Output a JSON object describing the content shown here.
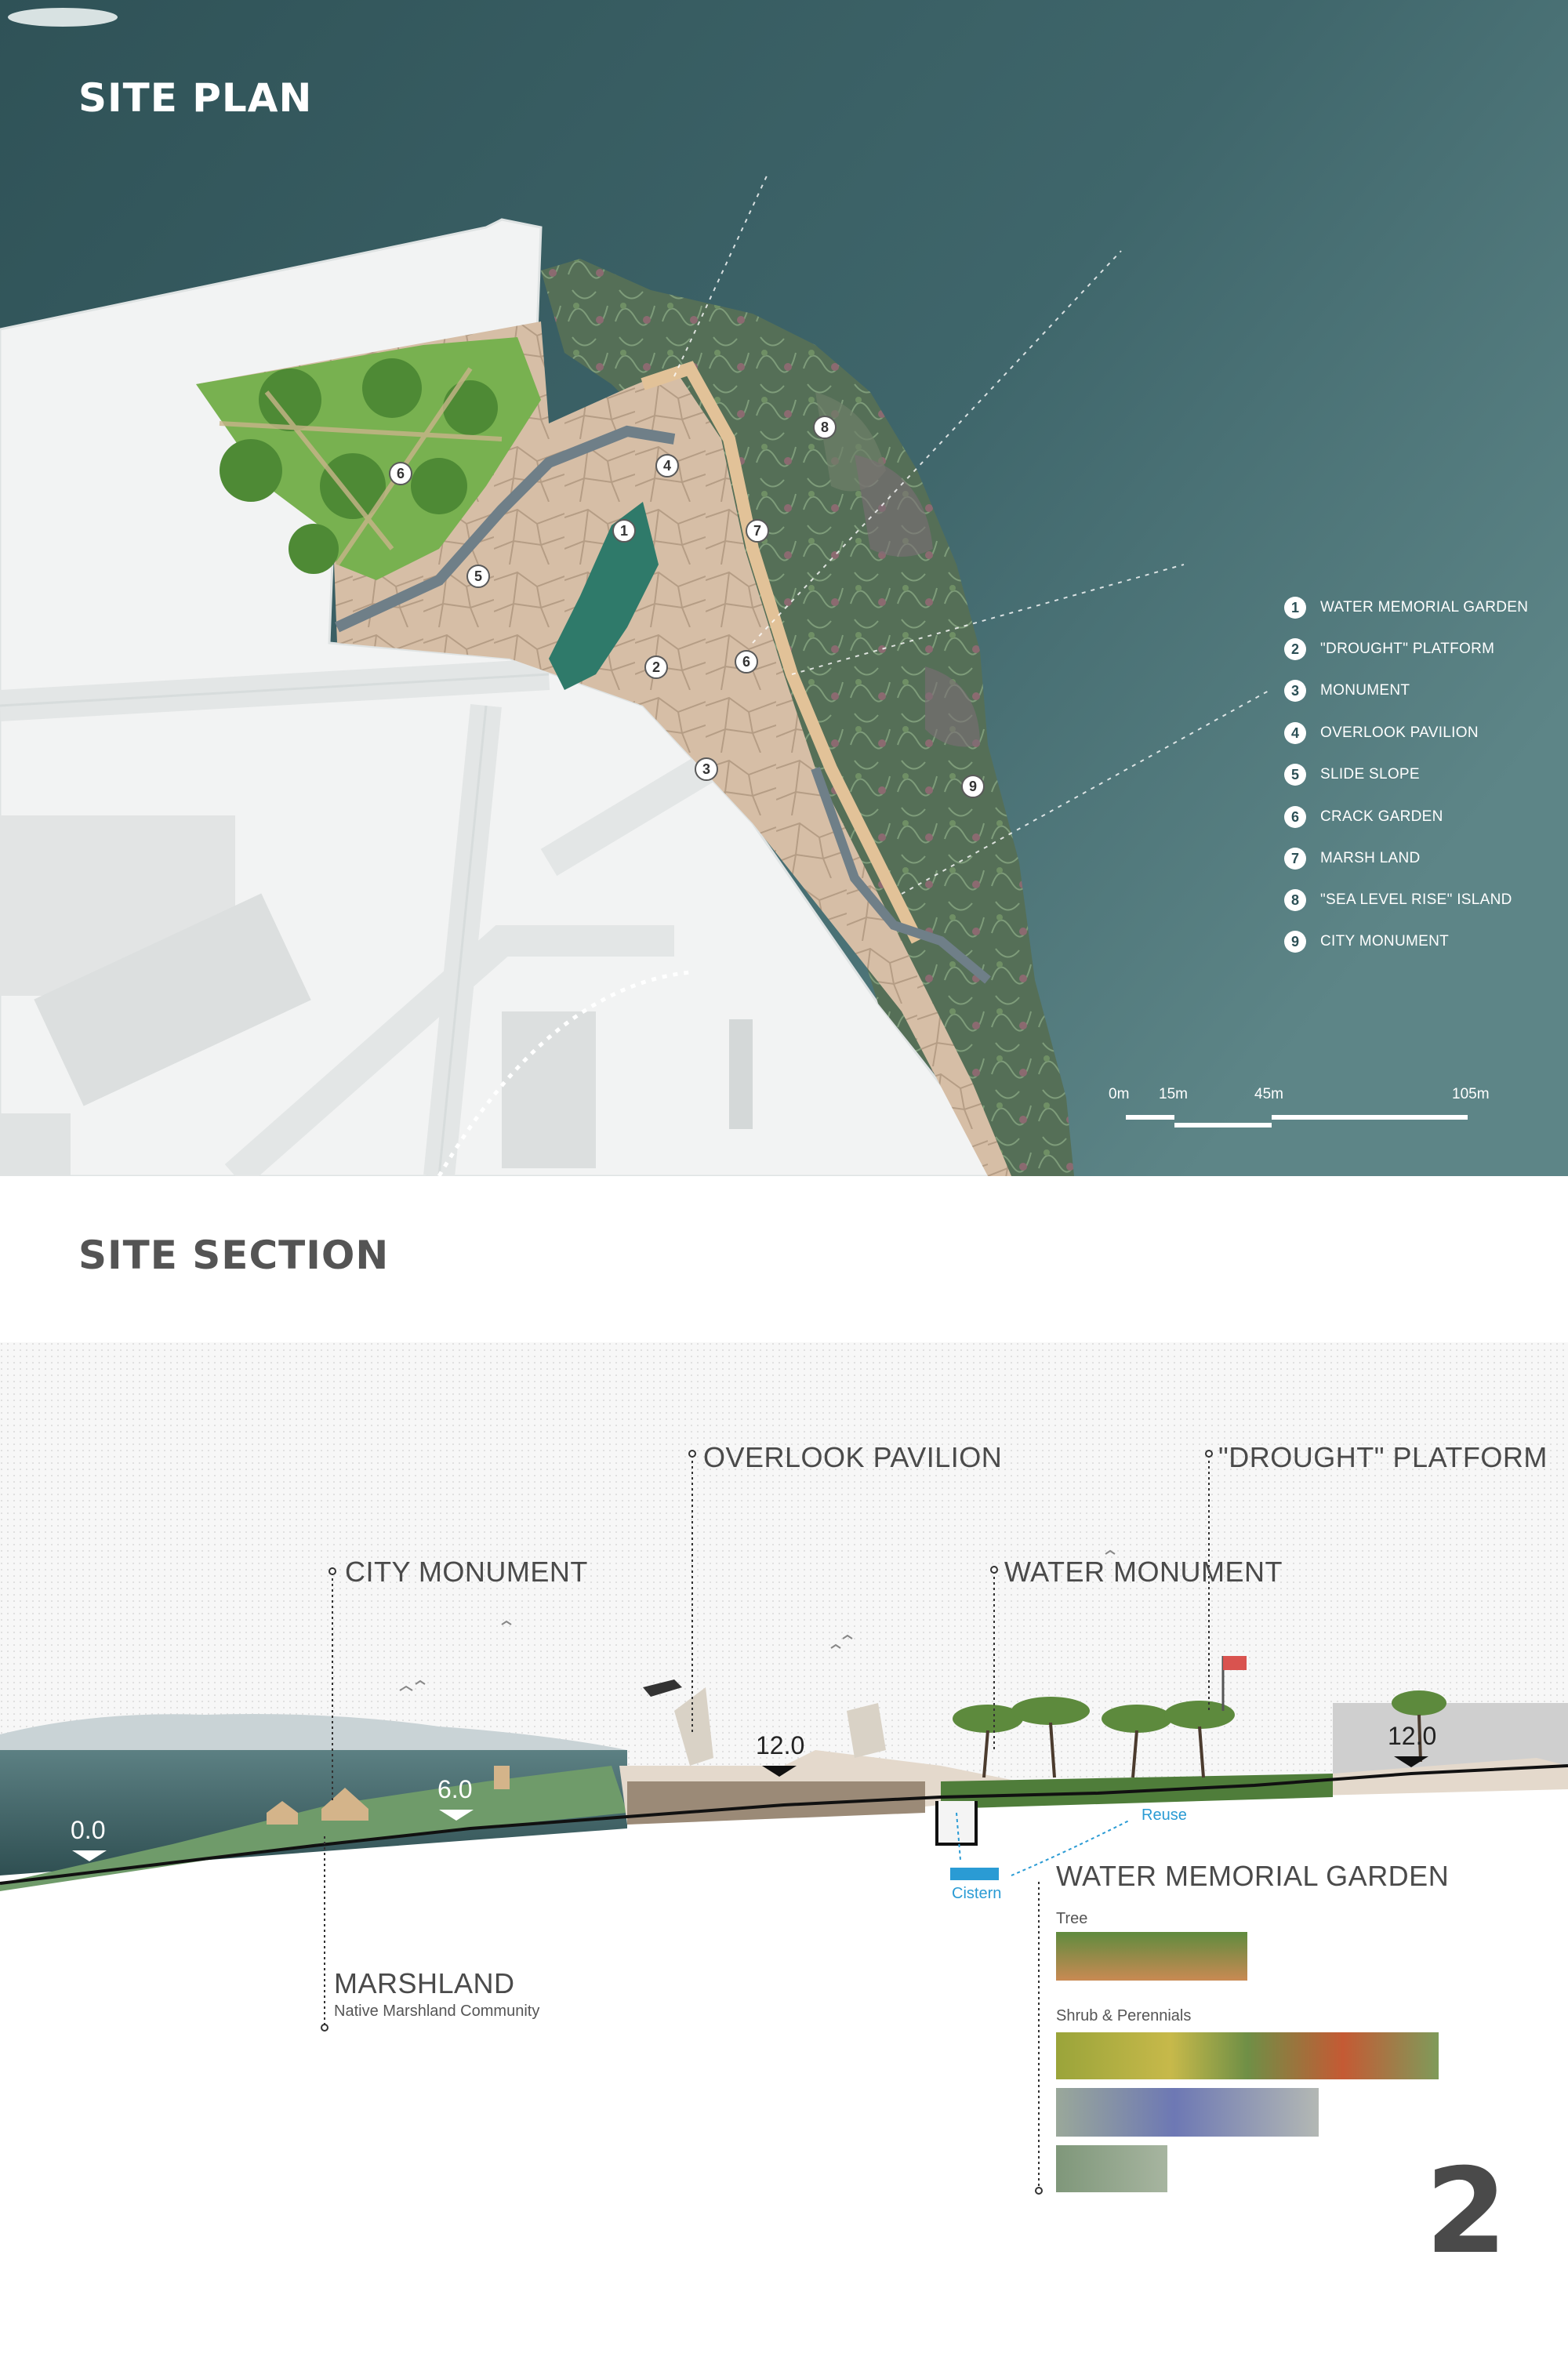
{
  "site_plan": {
    "title": "SITE PLAN",
    "legend": [
      {
        "num": "1",
        "label": "WATER MEMORIAL GARDEN"
      },
      {
        "num": "2",
        "label": "\"DROUGHT\" PLATFORM"
      },
      {
        "num": "3",
        "label": "MONUMENT"
      },
      {
        "num": "4",
        "label": "OVERLOOK PAVILION"
      },
      {
        "num": "5",
        "label": "SLIDE SLOPE"
      },
      {
        "num": "6",
        "label": "CRACK GARDEN"
      },
      {
        "num": "7",
        "label": "MARSH LAND"
      },
      {
        "num": "8",
        "label": "\"SEA LEVEL RISE\" ISLAND"
      },
      {
        "num": "9",
        "label": "CITY MONUMENT"
      }
    ],
    "scale": {
      "s0": "0m",
      "s1": "15m",
      "s2": "45m",
      "s3": "105m"
    },
    "markers": {
      "m1": "1",
      "m2": "2",
      "m3": "3",
      "m4": "4",
      "m5": "5",
      "m6a": "6",
      "m6b": "6",
      "m7": "7",
      "m8": "8",
      "m9": "9"
    },
    "colors": {
      "water": "#3e6469",
      "paving": "#d8c0a8",
      "garden": "#6fa84a",
      "marsh": "#5c7a58"
    }
  },
  "site_section": {
    "title": "SITE SECTION",
    "labels": {
      "overlook": "OVERLOOK PAVILION",
      "drought": "\"DROUGHT\" PLATFORM",
      "city_monument": "CITY MONUMENT",
      "water_monument": "WATER MONUMENT",
      "marshland": "MARSHLAND",
      "marshland_sub": "Native Marshland Community",
      "water_memorial": "WATER MEMORIAL GARDEN",
      "tree": "Tree",
      "shrub": "Shrub & Perennials",
      "reuse": "Reuse",
      "cistern": "Cistern"
    },
    "elevations": {
      "e0": "0.0",
      "e6": "6.0",
      "e12a": "12.0",
      "e12b": "12.0"
    },
    "colors": {
      "accent_blue": "#2a9bd4"
    }
  },
  "page_number": "2"
}
